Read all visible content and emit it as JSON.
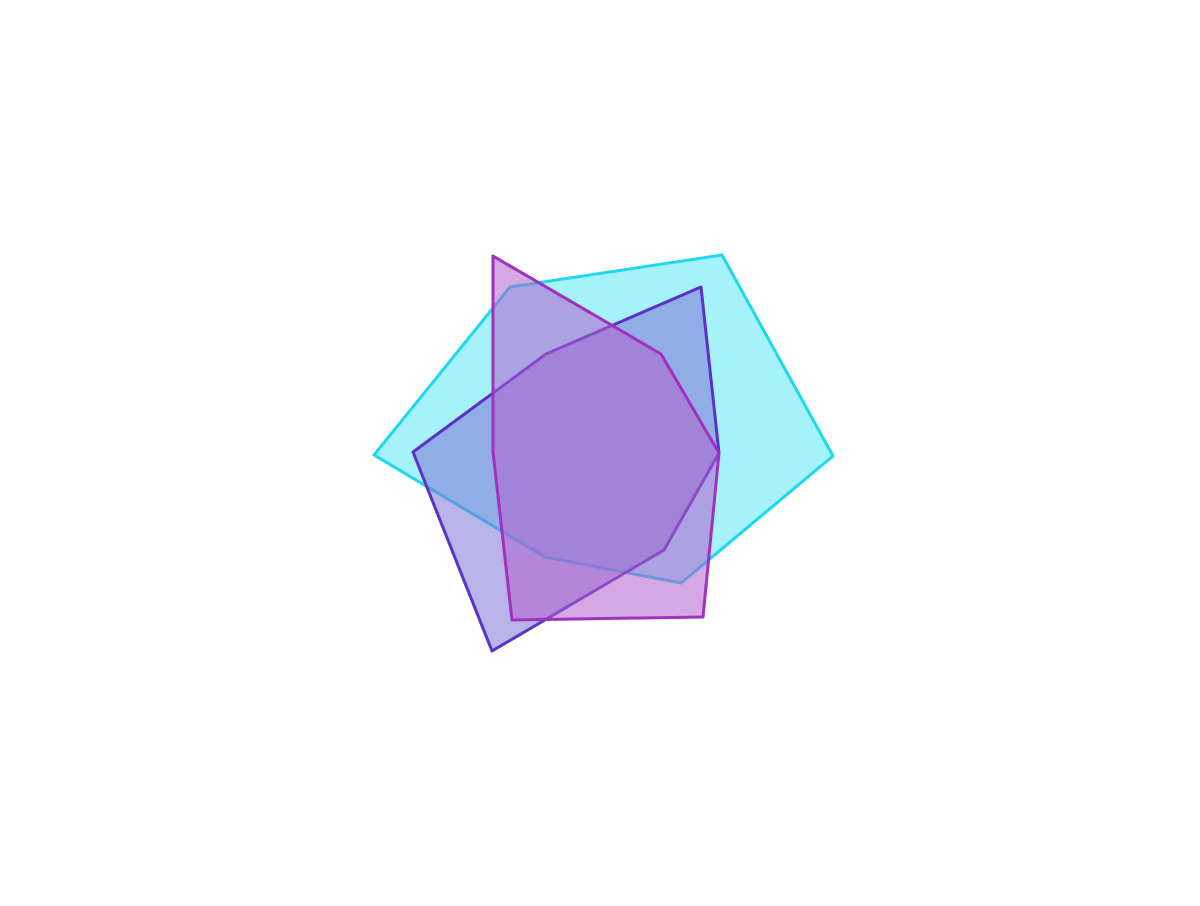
{
  "shapes": [
    {
      "name": "cyan-pentagon",
      "fill": "#A6F2FA",
      "stroke": "#1ED8F2"
    },
    {
      "name": "indigo-quadrilateral",
      "fill": "#7D74D6",
      "stroke": "#5A32C8"
    },
    {
      "name": "magenta-hexagon",
      "fill": "#B060CC",
      "stroke": "#A030C0"
    }
  ]
}
